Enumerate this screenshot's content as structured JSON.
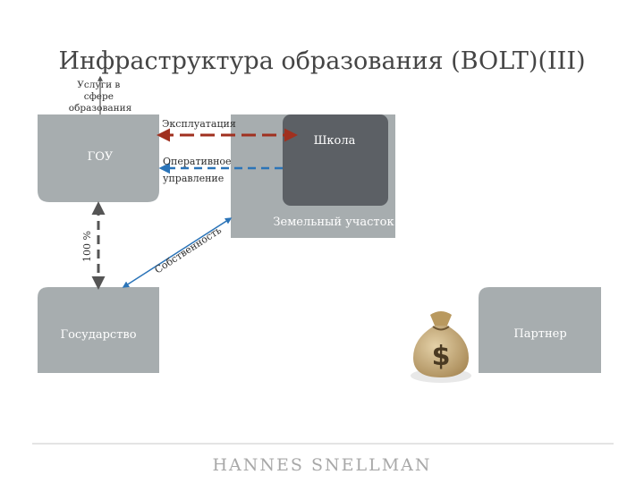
{
  "title": "Инфраструктура образования (BOLT)(III)",
  "nodes": {
    "services": [
      "Услуги в",
      "сфере",
      "образования"
    ],
    "gou": "ГОУ",
    "school": "Школа",
    "land": "Земельный участок",
    "state": "Государство",
    "partner": "Партнер"
  },
  "edges": {
    "operation": "Эксплуатация",
    "operative": [
      "Оперативное",
      "управление"
    ],
    "ownership": "Собственность",
    "percent": "100 %"
  },
  "icons": {
    "money_bag": "money-bag-icon",
    "money_symbol": "$"
  },
  "colors": {
    "box_gray": "#a7adaf",
    "school_dark": "#5c6065",
    "arrow_red": "#a0301f",
    "arrow_blue": "#2b74b8"
  },
  "footer": {
    "brand": "HANNES SNELLMAN"
  }
}
